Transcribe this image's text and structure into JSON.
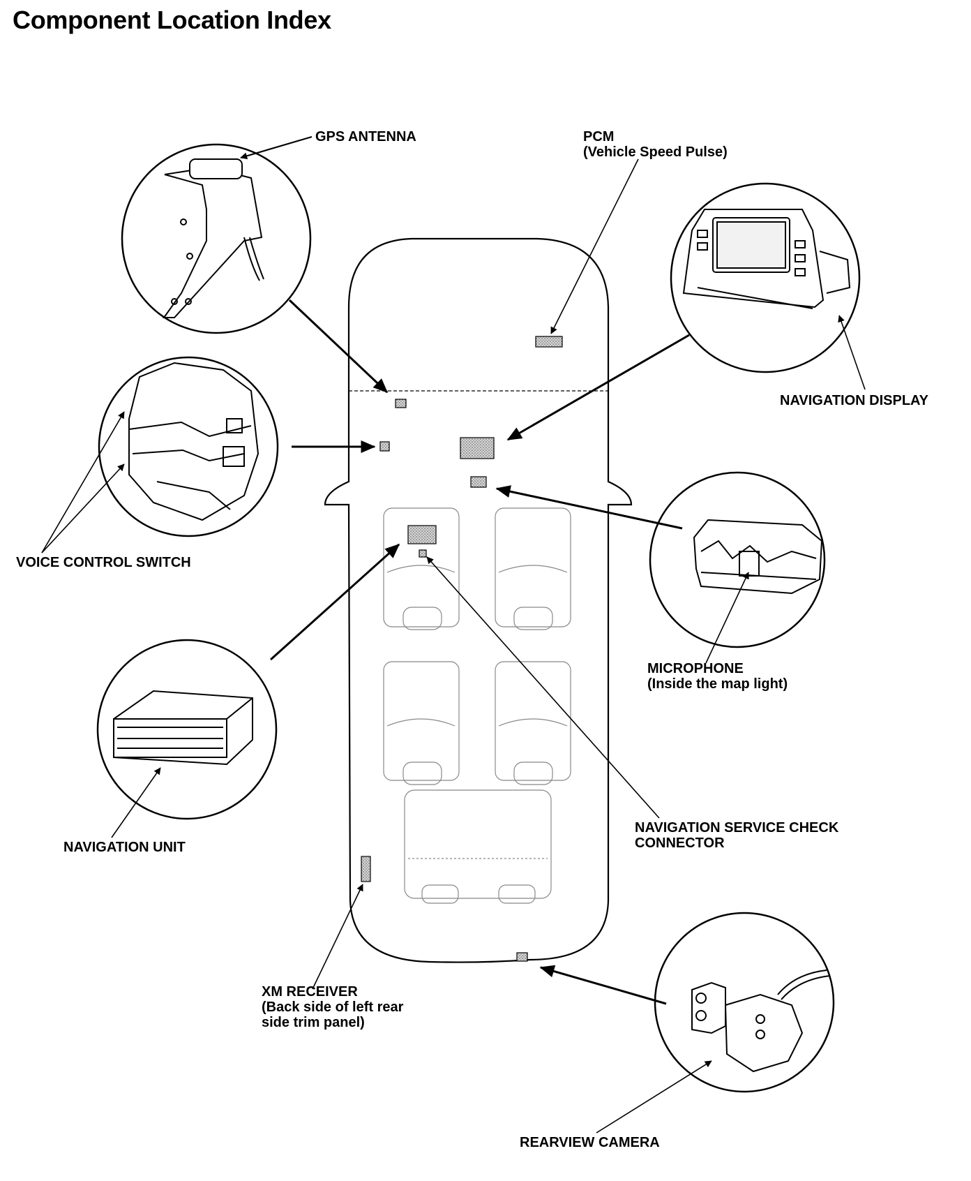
{
  "page": {
    "title": "Component Location Index"
  },
  "labels": {
    "gps_antenna": "GPS ANTENNA",
    "pcm": "PCM",
    "pcm_note": "(Vehicle Speed Pulse)",
    "navigation_display": "NAVIGATION DISPLAY",
    "voice_control_switch": "VOICE CONTROL SWITCH",
    "microphone": "MICROPHONE",
    "microphone_note": "(Inside the map light)",
    "navigation_unit": "NAVIGATION UNIT",
    "nav_service_check_line1": "NAVIGATION SERVICE CHECK",
    "nav_service_check_line2": "CONNECTOR",
    "xm_receiver": "XM RECEIVER",
    "xm_receiver_note_line1": "(Back side of left rear",
    "xm_receiver_note_line2": "side trim panel)",
    "rearview_camera": "REARVIEW CAMERA"
  },
  "colors": {
    "ink": "#000000",
    "component_fill": "#bdbdbd",
    "background": "#ffffff"
  }
}
